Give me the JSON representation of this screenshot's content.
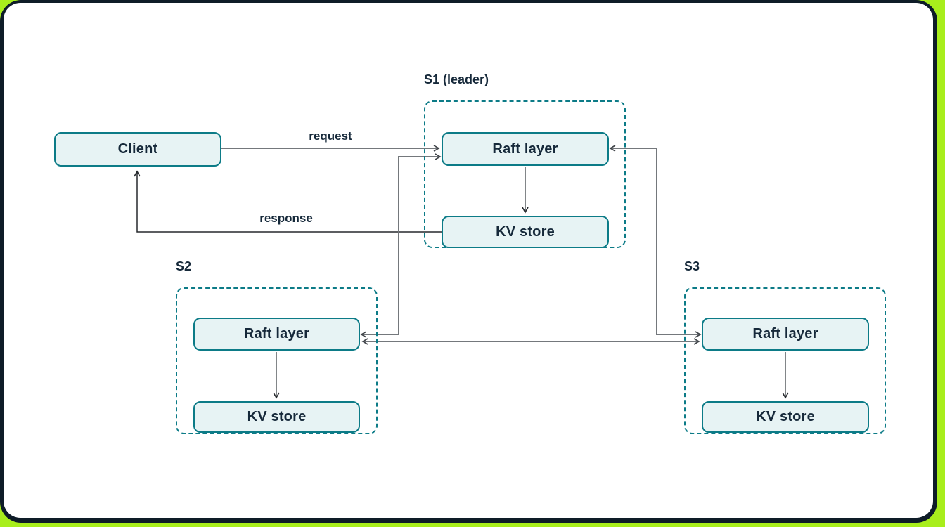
{
  "nodes": {
    "client": {
      "label": "Client"
    }
  },
  "groups": [
    {
      "id": "s1",
      "label": "S1 (leader)",
      "raft_label": "Raft layer",
      "kv_label": "KV store"
    },
    {
      "id": "s2",
      "label": "S2",
      "raft_label": "Raft layer",
      "kv_label": "KV store"
    },
    {
      "id": "s3",
      "label": "S3",
      "raft_label": "Raft layer",
      "kv_label": "KV store"
    }
  ],
  "edges": {
    "request": {
      "label": "request"
    },
    "response": {
      "label": "response"
    }
  },
  "colors": {
    "page_background_green": "#a8ee1c",
    "frame_navy": "#0e1c28",
    "canvas_white": "#ffffff",
    "accent_teal": "#0c7b87",
    "node_fill": "#e7f3f4",
    "text_navy": "#16293a",
    "connector_gray": "#74787c",
    "connector_dark": "#26292d"
  }
}
